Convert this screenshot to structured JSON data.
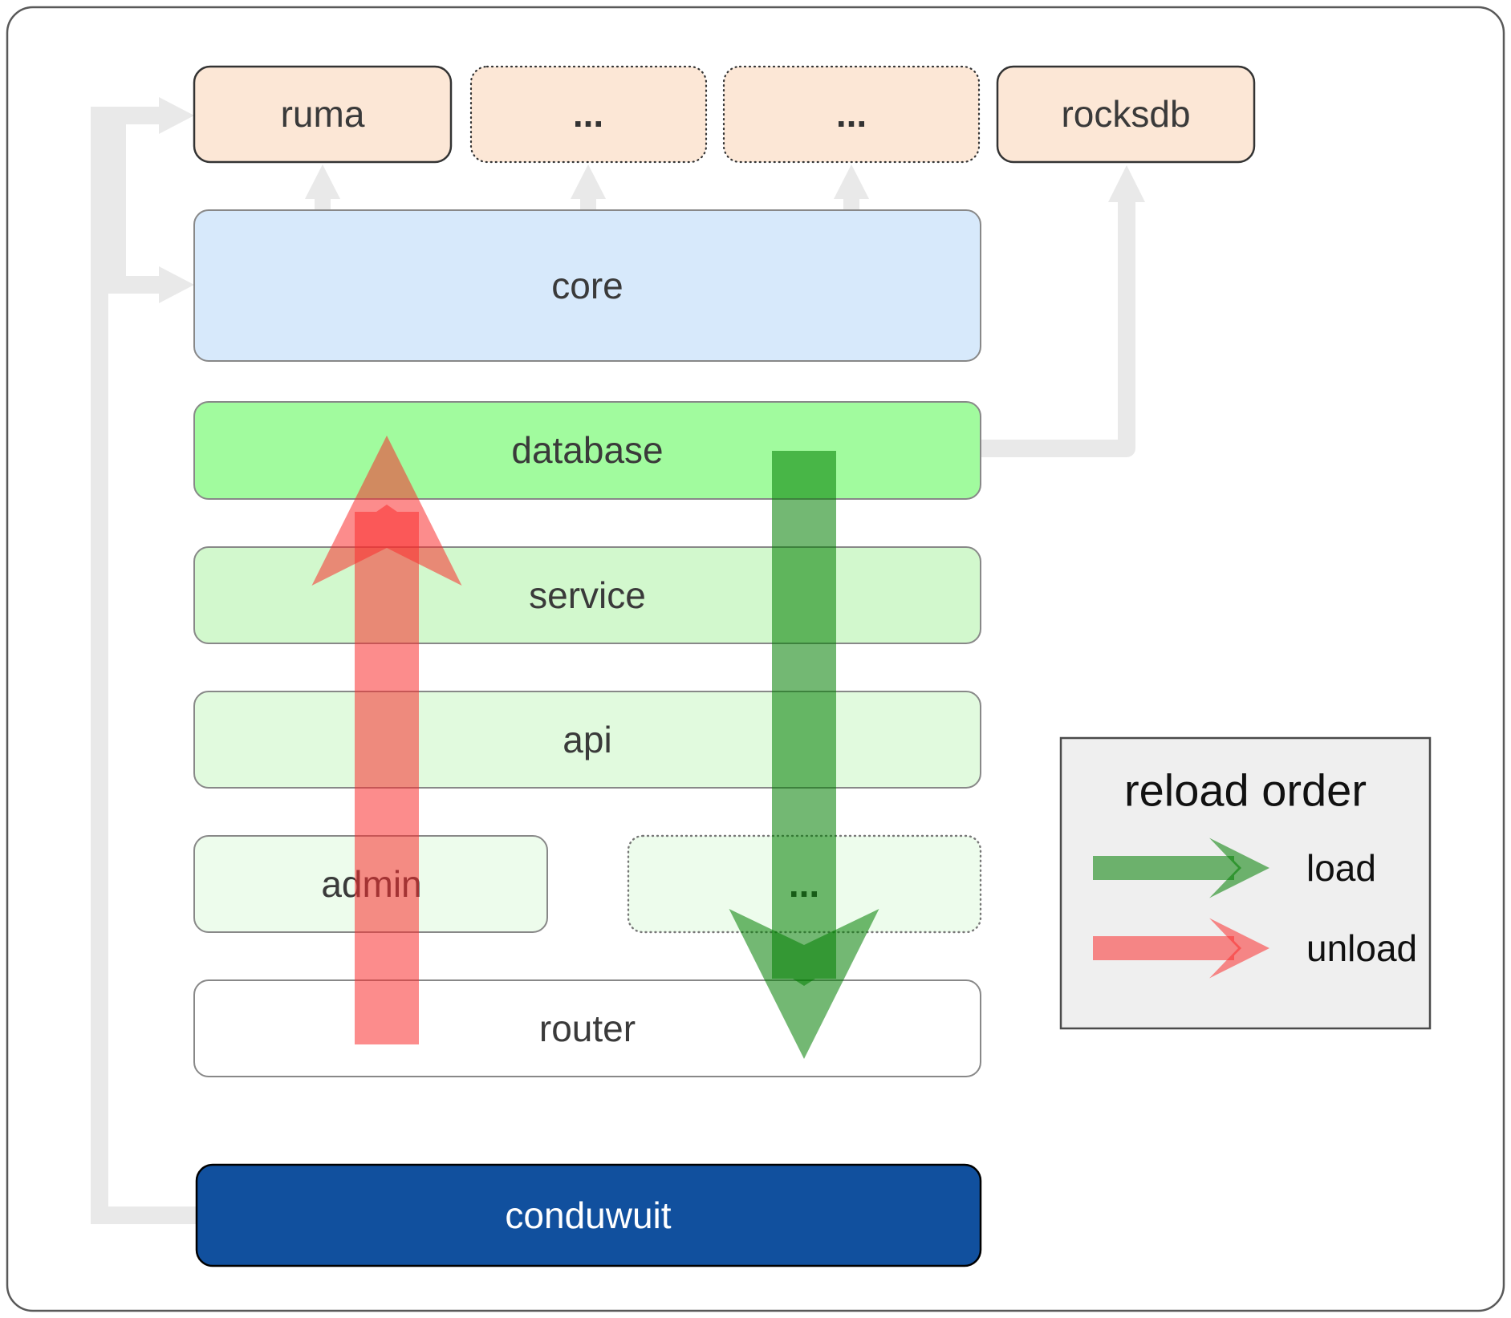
{
  "nodes": {
    "ruma": {
      "label": "ruma"
    },
    "extra_top_1": {
      "label": "..."
    },
    "extra_top_2": {
      "label": "..."
    },
    "rocksdb": {
      "label": "rocksdb"
    },
    "core": {
      "label": "core"
    },
    "database": {
      "label": "database"
    },
    "service": {
      "label": "service"
    },
    "api": {
      "label": "api"
    },
    "admin": {
      "label": "admin"
    },
    "extra_mid": {
      "label": "..."
    },
    "router": {
      "label": "router"
    },
    "conduwuit": {
      "label": "conduwuit"
    }
  },
  "legend": {
    "title": "reload order",
    "load_label": "load",
    "unload_label": "unload"
  },
  "colors": {
    "load_green": "#007e00",
    "unload_red": "#fa2e2e",
    "peach_fill": "#fce7d6",
    "core_blue": "#d7e9fb",
    "database_green": "#a1fb9e",
    "service_green": "#d2f8cd",
    "api_green": "#e1fade",
    "admin_green": "#edfcec",
    "router_white": "#ffffff",
    "conduwuit_navy": "#11509e",
    "connector_gray": "#e9e9e9",
    "legend_bg": "#efefef"
  }
}
